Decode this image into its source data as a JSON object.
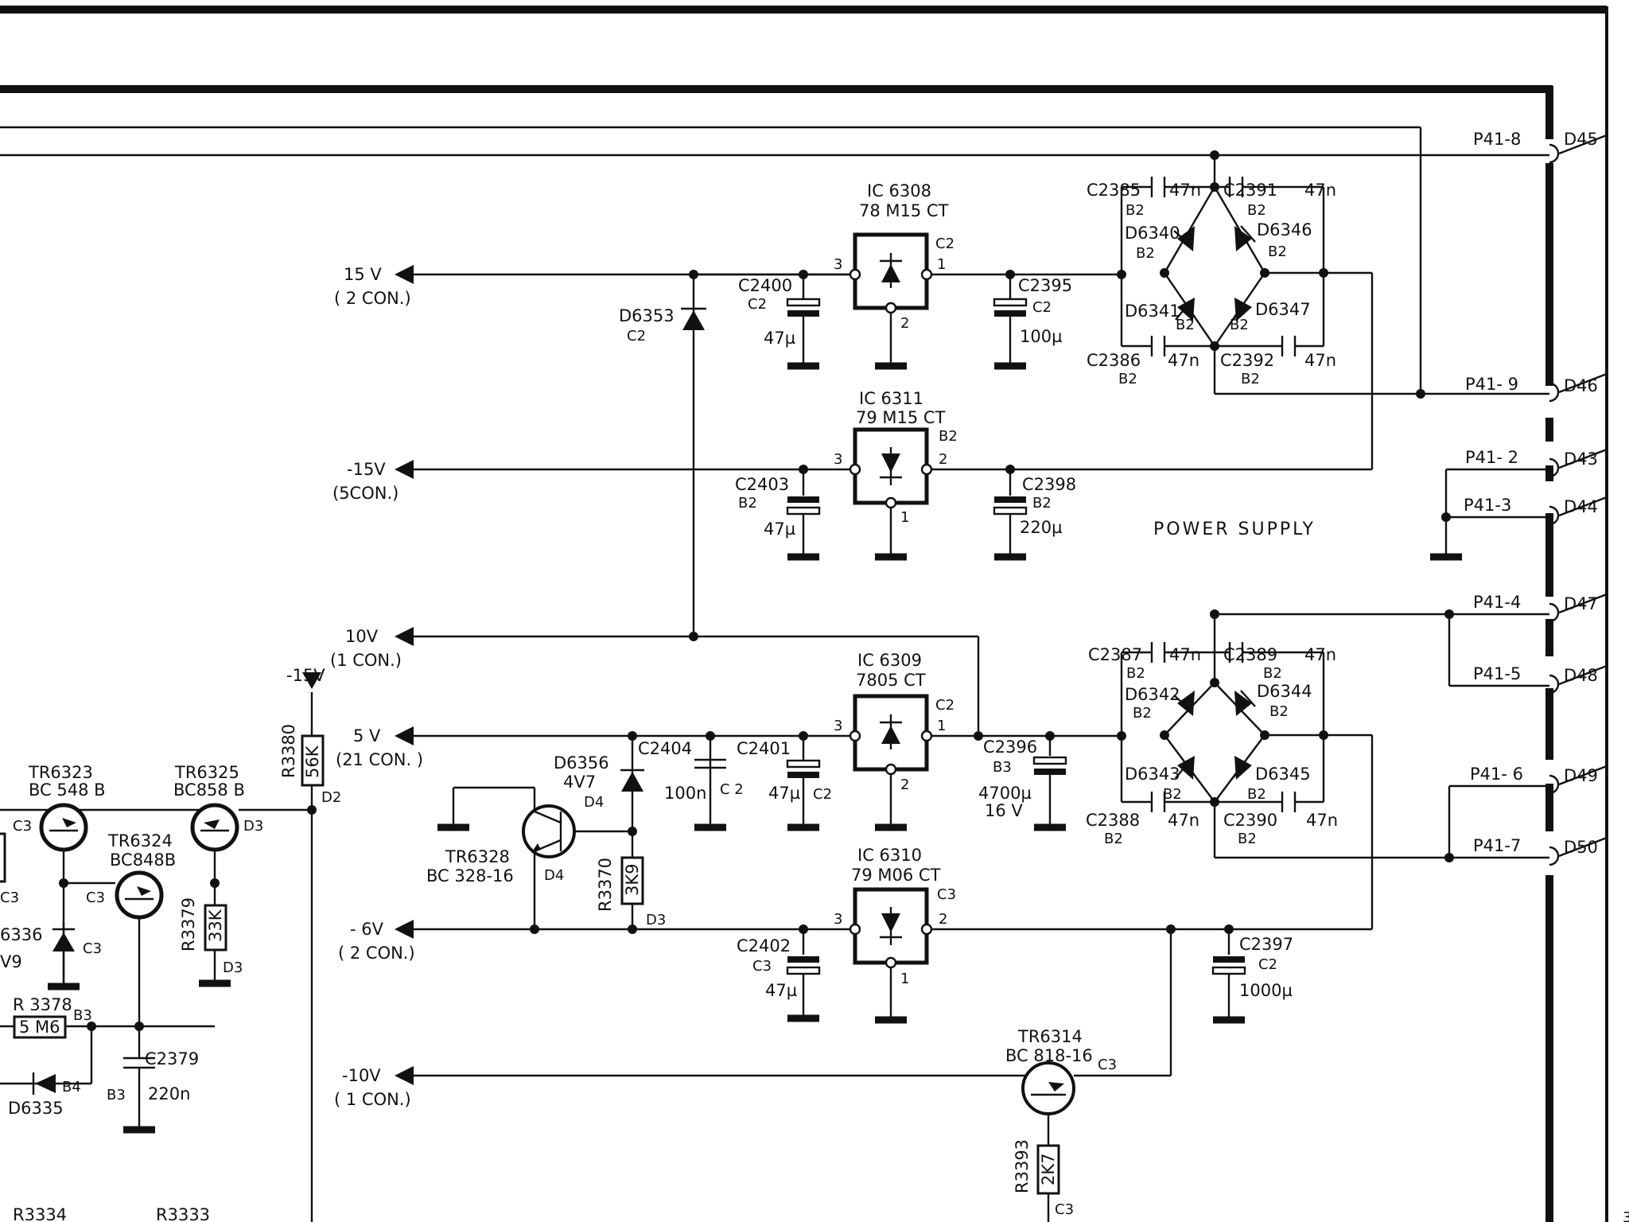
{
  "title": "POWER SUPPLY",
  "rails": [
    {
      "id": "p15",
      "voltage": "15 V",
      "note": "( 2 CON.)"
    },
    {
      "id": "m15",
      "voltage": "-15V",
      "note": "(5CON.)"
    },
    {
      "id": "p10",
      "voltage": "10V",
      "note": "(1 CON.)"
    },
    {
      "id": "p5",
      "voltage": "5 V",
      "note": "(21 CON. )"
    },
    {
      "id": "m6",
      "voltage": "- 6V",
      "note": "( 2 CON.)"
    },
    {
      "id": "m10",
      "voltage": "-10V",
      "note": "( 1 CON.)"
    }
  ],
  "regulators": [
    {
      "ref": "IC 6308",
      "part": "78 M15 CT",
      "grid": "C2",
      "pins": [
        "3",
        "1",
        "2"
      ]
    },
    {
      "ref": "IC 6311",
      "part": "79 M15 CT",
      "grid": "B2",
      "pins": [
        "3",
        "2",
        "1"
      ]
    },
    {
      "ref": "IC 6309",
      "part": "7805 CT",
      "grid": "C2",
      "pins": [
        "3",
        "1",
        "2"
      ]
    },
    {
      "ref": "IC 6310",
      "part": "79 M06 CT",
      "grid": "C3",
      "pins": [
        "3",
        "2",
        "1"
      ]
    }
  ],
  "capacitors": [
    {
      "ref": "C2400",
      "grid": "C2",
      "value": "47µ"
    },
    {
      "ref": "C2395",
      "grid": "C2",
      "value": "100µ"
    },
    {
      "ref": "C2403",
      "grid": "B2",
      "value": "47µ"
    },
    {
      "ref": "C2398",
      "grid": "B2",
      "value": "220µ"
    },
    {
      "ref": "C2404",
      "grid": "C 2",
      "value": "100n"
    },
    {
      "ref": "C2401",
      "grid": "C2",
      "value": "47µ"
    },
    {
      "ref": "C2396",
      "grid": "B3",
      "value": "4700µ",
      "rating": "16 V"
    },
    {
      "ref": "C2402",
      "grid": "C3",
      "value": "47µ"
    },
    {
      "ref": "C2397",
      "grid": "C2",
      "value": "1000µ"
    },
    {
      "ref": "C2379",
      "grid": "B3",
      "value": "220n"
    },
    {
      "ref": "C2385",
      "grid": "B2",
      "value": "47n"
    },
    {
      "ref": "C2391",
      "grid": "B2",
      "value": "47n"
    },
    {
      "ref": "C2386",
      "grid": "B2",
      "value": "47n"
    },
    {
      "ref": "C2392",
      "grid": "B2",
      "value": "47n"
    },
    {
      "ref": "C2387",
      "grid": "B2",
      "value": "47n"
    },
    {
      "ref": "C2389",
      "grid": "B2",
      "value": "47n"
    },
    {
      "ref": "C2388",
      "grid": "B2",
      "value": "47n"
    },
    {
      "ref": "C2390",
      "grid": "B2",
      "value": "47n"
    }
  ],
  "diodes": [
    {
      "ref": "D6353",
      "grid": "C2"
    },
    {
      "ref": "D6340",
      "grid": "B2"
    },
    {
      "ref": "D6346",
      "grid": "B2"
    },
    {
      "ref": "D6341",
      "grid": "B2"
    },
    {
      "ref": "D6347",
      "grid": "B2"
    },
    {
      "ref": "D6342",
      "grid": "B2"
    },
    {
      "ref": "D6344",
      "grid": "B2"
    },
    {
      "ref": "D6343",
      "grid": "B2"
    },
    {
      "ref": "D6345",
      "grid": "B2"
    },
    {
      "ref": "D6356",
      "value": "4V7",
      "grid": "D4"
    },
    {
      "ref": "6336",
      "value": "V9",
      "grid": "C3"
    },
    {
      "ref": "D6335",
      "grid": "B4"
    }
  ],
  "transistors": [
    {
      "ref": "TR6323",
      "part": "BC 548 B",
      "grid": "C3"
    },
    {
      "ref": "TR6325",
      "part": "BC858 B",
      "grid": "D3"
    },
    {
      "ref": "TR6324",
      "part": "BC848B",
      "grid": "C3"
    },
    {
      "ref": "TR6328",
      "part": "BC 328-16",
      "grid": "D4"
    },
    {
      "ref": "TR6314",
      "part": "BC 818-16",
      "grid": "C3"
    }
  ],
  "resistors": [
    {
      "ref": "R3380",
      "value": "56K",
      "grid": "D2"
    },
    {
      "ref": "R3379",
      "value": "33K",
      "grid": "D3"
    },
    {
      "ref": "R3370",
      "value": "3K9",
      "grid": "D3"
    },
    {
      "ref": "R 3378",
      "value": "5 M6",
      "grid": "B3"
    },
    {
      "ref": "R3393",
      "value": "2K7",
      "grid": "C3"
    },
    {
      "ref": "R3334"
    },
    {
      "ref": "R3333"
    }
  ],
  "supply_tag": "-15V",
  "edge_labels": [
    "C3",
    "3"
  ],
  "connectors": [
    {
      "pin": "P41-8",
      "net": "D45"
    },
    {
      "pin": "P41- 9",
      "net": "D46"
    },
    {
      "pin": "P41- 2",
      "net": "D43"
    },
    {
      "pin": "P41-3",
      "net": "D44"
    },
    {
      "pin": "P41-4",
      "net": "D47"
    },
    {
      "pin": "P41-5",
      "net": "D48"
    },
    {
      "pin": "P41- 6",
      "net": "D49"
    },
    {
      "pin": "P41-7",
      "net": "D50"
    }
  ]
}
